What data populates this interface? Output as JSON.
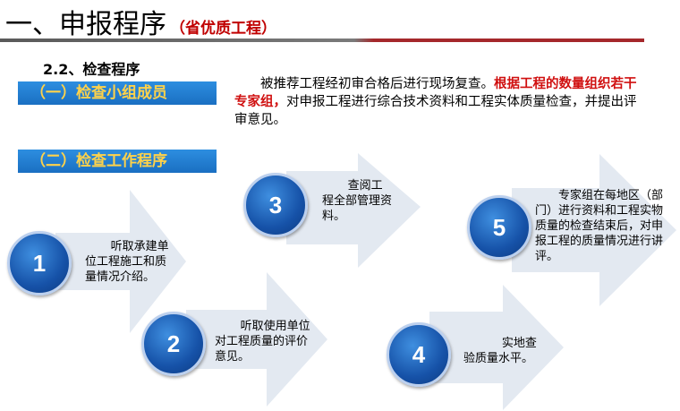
{
  "header": {
    "title": "一、申报程序",
    "subtitle": "（省优质工程）"
  },
  "section": {
    "heading": "2.2、检查程序",
    "team_banner": "（一）检查小组成员",
    "process_banner": "（二）检查工作程序"
  },
  "intro": {
    "part1": "被推荐工程经初审合格后进行现场复查。",
    "part2_highlight": "根据工程的数量组织若干专家组，",
    "part3": "对申报工程进行综合技术资料和工程实体质量检查，并提出评审意见。"
  },
  "steps": [
    {
      "number": "1",
      "text": "听取承建单位工程施工和质量情况介绍。"
    },
    {
      "number": "2",
      "text": "听取使用单位对工程质量的评价意见。"
    },
    {
      "number": "3",
      "text": "查阅工程全部管理资料。"
    },
    {
      "number": "4",
      "text": "实地查验质量水平。"
    },
    {
      "number": "5",
      "text": "专家组在每地区（部门）进行资料和工程实物质量的检查结束后，对申报工程的质量情况进行讲评。"
    }
  ],
  "colors": {
    "banner_bg": "#1f7bd0",
    "banner_text": "#ffd24a",
    "accent_red": "#c00000",
    "arrow_fill": "#e3e9f1",
    "circle_blue": "#1652a8"
  }
}
